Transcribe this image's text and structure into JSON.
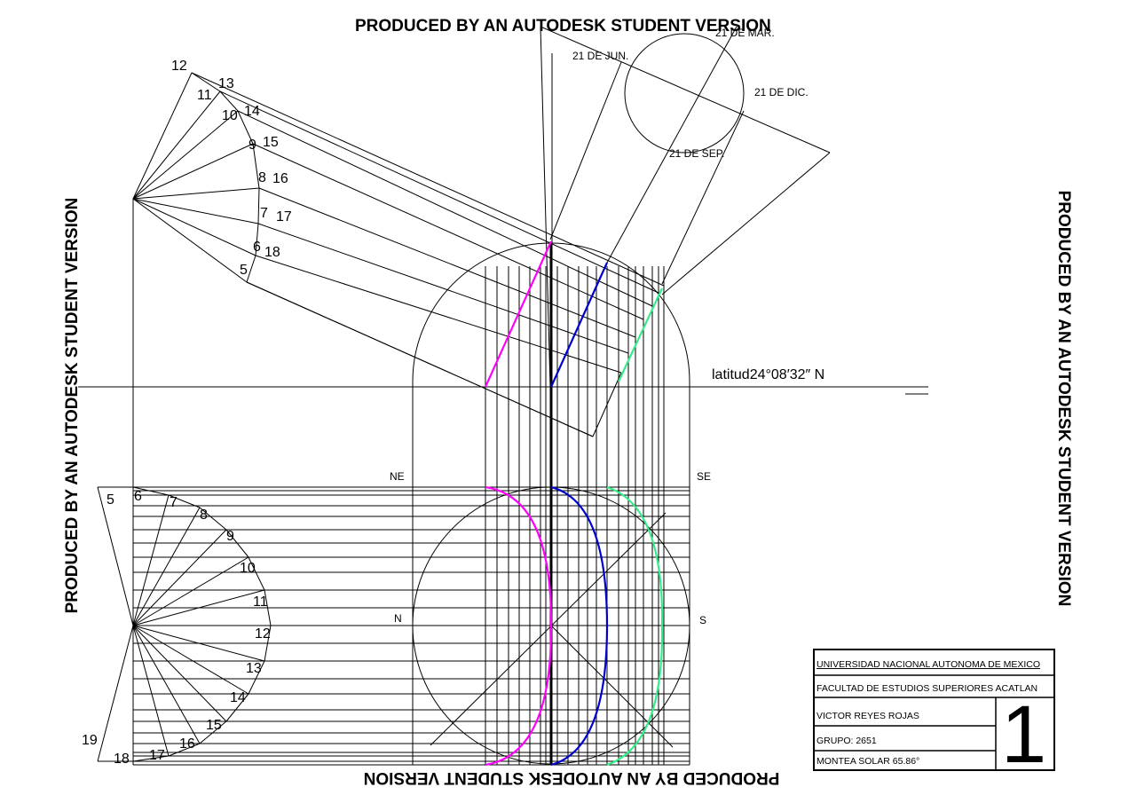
{
  "watermark": "PRODUCED BY AN AUTODESK STUDENT VERSION",
  "latitude_label": "latitud24°08′32″ N",
  "dates": {
    "mar": "21 DE MAR.",
    "jun": "21 DE JUN.",
    "dic": "21 DE DIC.",
    "sep": "21 DE SEP."
  },
  "directions": {
    "ne": "NE",
    "se": "SE",
    "n": "N",
    "s": "S"
  },
  "upper_hours": [
    "12",
    "11",
    "13",
    "10",
    "14",
    "9",
    "15",
    "8",
    "16",
    "7",
    "17",
    "6",
    "18",
    "5"
  ],
  "lower_hours": [
    "5",
    "6",
    "7",
    "8",
    "9",
    "10",
    "11",
    "12",
    "13",
    "14",
    "15",
    "16",
    "17",
    "18",
    "19"
  ],
  "title_block": {
    "university": "UNIVERSIDAD NACIONAL AUTONOMA DE MEXICO",
    "faculty": "FACULTAD DE ESTUDIOS SUPERIORES ACATLAN",
    "author": "VICTOR REYES ROJAS",
    "group": "GRUPO: 2651",
    "subject": "MONTEA SOLAR 65.86°",
    "sheet_number": "1"
  },
  "colors": {
    "ink": "#000000",
    "magenta": "#ff00ff",
    "blue": "#0000cc",
    "green": "#33ee88"
  }
}
